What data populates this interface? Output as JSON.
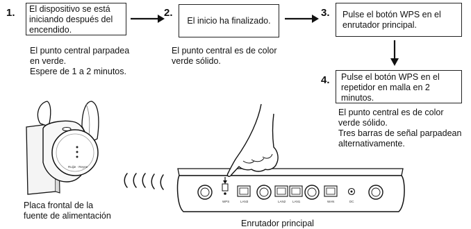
{
  "steps": [
    {
      "number": "1.",
      "box_lines": [
        "El dispositivo se está",
        "iniciando después del",
        "encendido."
      ],
      "desc_lines": [
        "El punto central parpadea",
        "en verde.",
        "Espere de 1 a 2 minutos."
      ]
    },
    {
      "number": "2.",
      "box_lines": [
        "El inicio ha finalizado."
      ],
      "desc_lines": [
        "El punto central es de color",
        "verde sólido."
      ]
    },
    {
      "number": "3.",
      "box_lines": [
        "Pulse el botón WPS en el",
        "enrutador principal."
      ],
      "desc_lines": []
    },
    {
      "number": "4.",
      "box_lines": [
        "Pulse el botón WPS en el",
        "repetidor en malla en 2",
        "minutos."
      ],
      "desc_lines": [
        "El punto central es de color",
        "verde sólido.",
        "Tres barras de señal parpadean",
        "alternativamente."
      ]
    }
  ],
  "captions": {
    "repeater": [
      "Placa frontal de la",
      "fuente de alimentación"
    ],
    "router": "Enrutador principal"
  },
  "router_ports": [
    "WPS",
    "LAN3",
    "LAN2",
    "LAN1",
    "WAN",
    "DC"
  ],
  "icons": [
    "arrow-right-icon",
    "arrow-down-icon",
    "mesh-repeater-illustration",
    "wireless-signal-icon",
    "router-illustration",
    "pressing-hand-icon"
  ]
}
